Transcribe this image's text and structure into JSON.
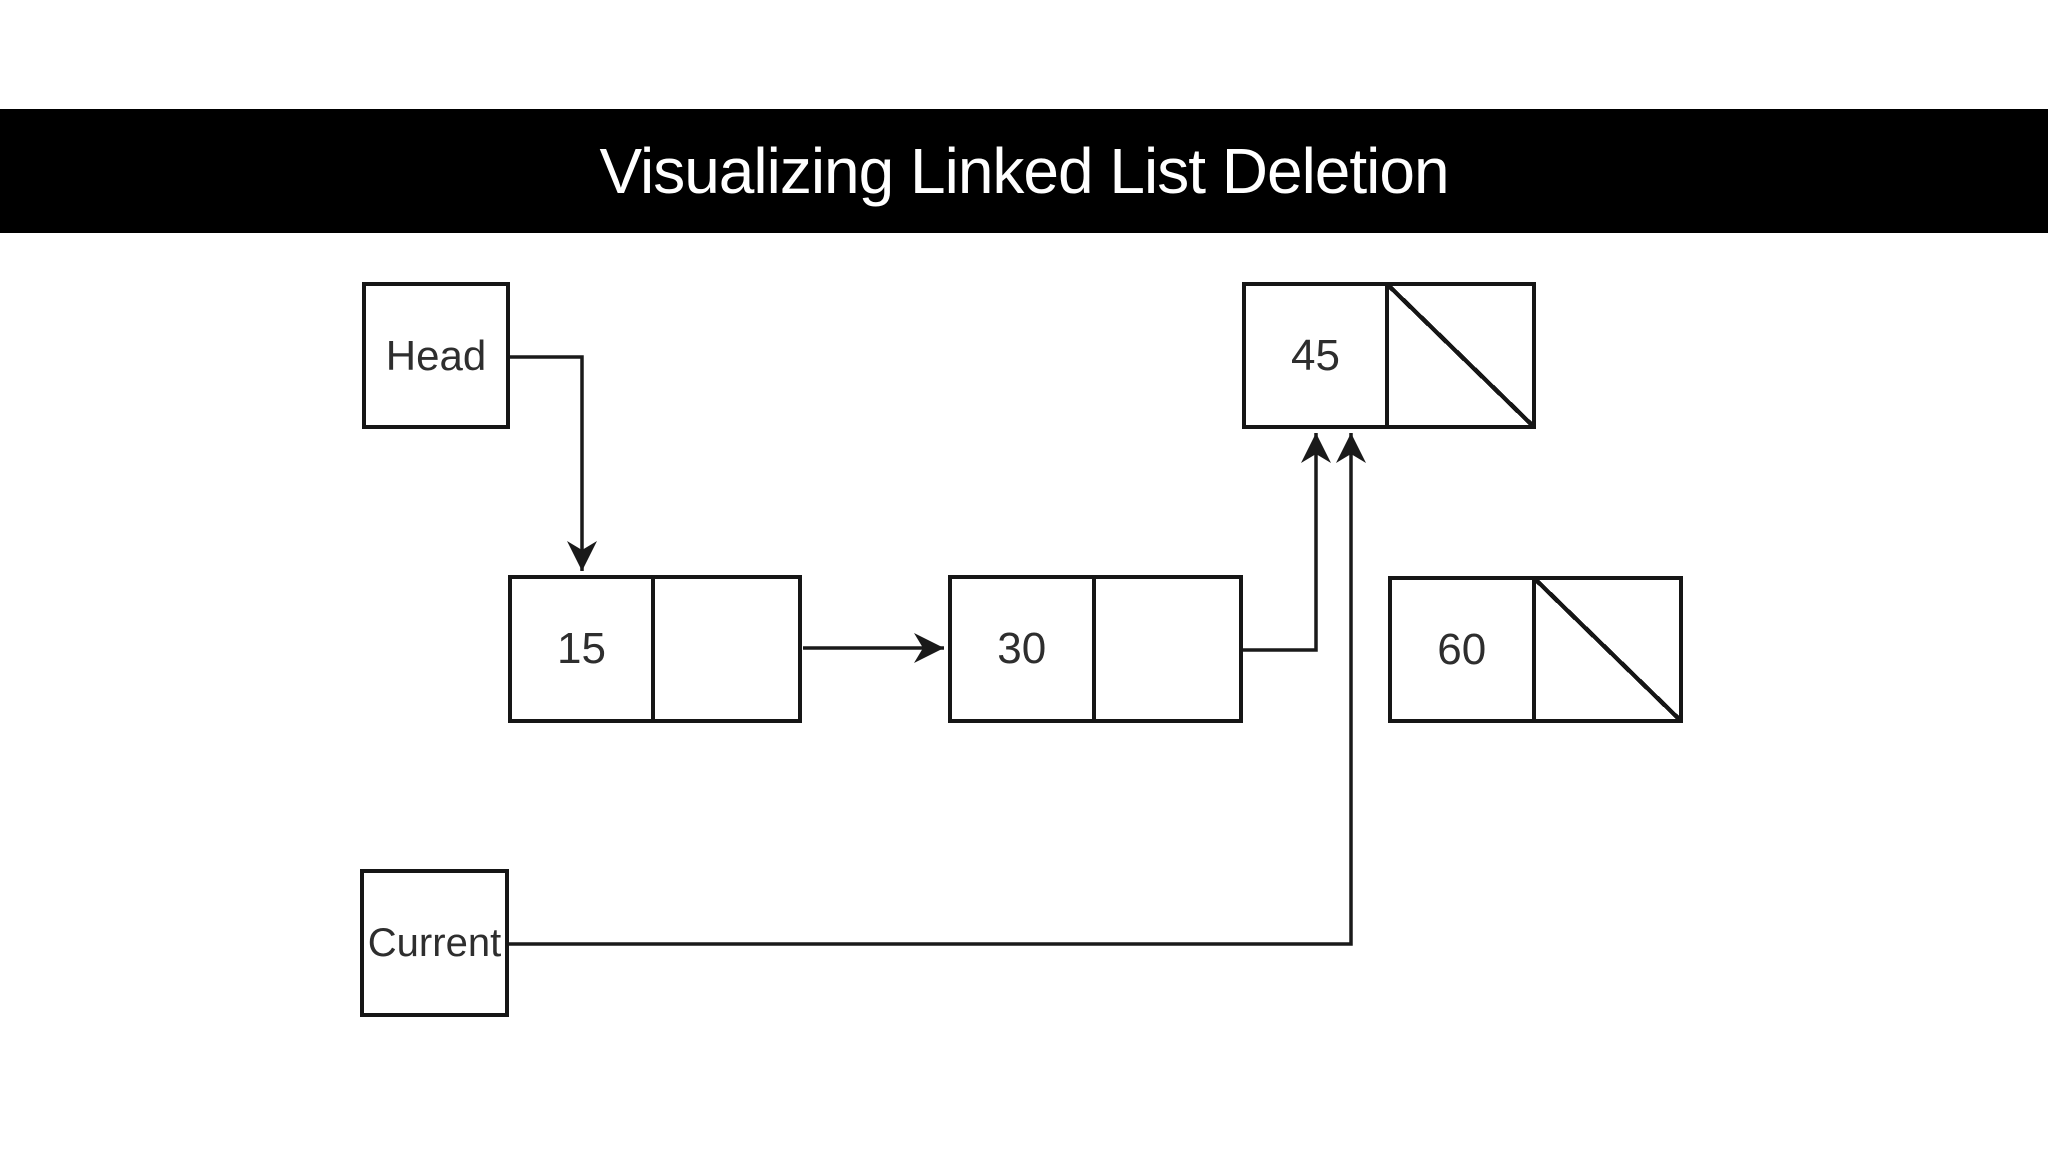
{
  "title": "Visualizing Linked List Deletion",
  "colors": {
    "banner_background": "#000000",
    "banner_text": "#ffffff",
    "stroke": "#161616",
    "node_text": "#2e2e2e",
    "page_background": "#ffffff"
  },
  "diagram": {
    "head_pointer": {
      "label": "Head"
    },
    "current_pointer": {
      "label": "Current"
    },
    "nodes": [
      {
        "value": "15",
        "next": "pointer"
      },
      {
        "value": "30",
        "next": "pointer"
      },
      {
        "value": "45",
        "next": "null"
      },
      {
        "value": "60",
        "next": "null"
      }
    ]
  }
}
